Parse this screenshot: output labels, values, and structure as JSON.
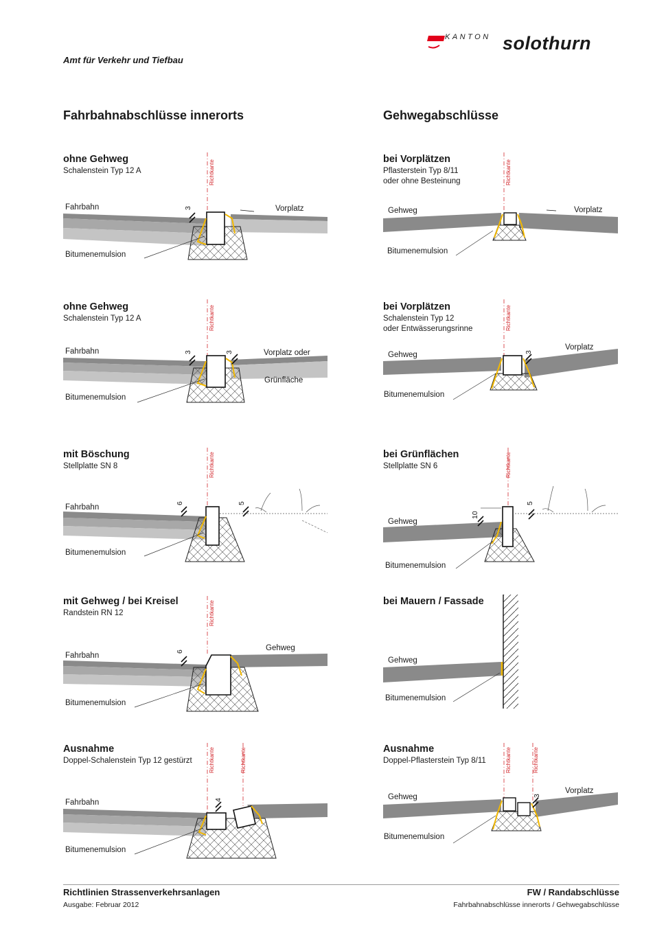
{
  "header": {
    "department": "Amt für Verkehr und Tiefbau",
    "logo_kanton": "KANTON",
    "logo_name": "solothurn",
    "logo_accent": "#e2001a"
  },
  "columns": {
    "left_title": "Fahrbahnabschlüsse innerorts",
    "right_title": "Gehwegabschlüsse"
  },
  "left": [
    {
      "title": "ohne Gehweg",
      "sub1": "Schalenstein Typ 12 A",
      "sub2": "",
      "label_a": "Fahrbahn",
      "label_b": "Vorplatz",
      "label_c": "",
      "label_bitumen": "Bitumenemulsion",
      "dim1": "3",
      "dim2": ""
    },
    {
      "title": "ohne Gehweg",
      "sub1": "Schalenstein Typ 12 A",
      "sub2": "",
      "label_a": "Fahrbahn",
      "label_b": "Vorplatz oder",
      "label_c": "Grünfläche",
      "label_bitumen": "Bitumenemulsion",
      "dim1": "3",
      "dim2": "3"
    },
    {
      "title": "mit Böschung",
      "sub1": "Stellplatte SN 8",
      "sub2": "",
      "label_a": "Fahrbahn",
      "label_b": "",
      "label_c": "",
      "label_bitumen": "Bitumenemulsion",
      "dim1": "6",
      "dim2": "5"
    },
    {
      "title": "mit Gehweg / bei Kreisel",
      "sub1": "Randstein RN 12",
      "sub2": "",
      "label_a": "Fahrbahn",
      "label_b": "Gehweg",
      "label_c": "",
      "label_bitumen": "Bitumenemulsion",
      "dim1": "6",
      "dim2": ""
    },
    {
      "title": "Ausnahme",
      "sub1": "Doppel-Schalenstein Typ 12 gestürzt",
      "sub2": "",
      "label_a": "Fahrbahn",
      "label_b": "",
      "label_c": "",
      "label_bitumen": "Bitumenemulsion",
      "dim1": "4",
      "dim2": ""
    }
  ],
  "right": [
    {
      "title": "bei Vorplätzen",
      "sub1": "Pflasterstein Typ 8/11",
      "sub2": "oder ohne Besteinung",
      "label_a": "Gehweg",
      "label_b": "Vorplatz",
      "label_bitumen": "Bitumenemulsion",
      "dim1": ""
    },
    {
      "title": "bei Vorplätzen",
      "sub1": "Schalenstein Typ 12",
      "sub2": "oder Entwässerungsrinne",
      "label_a": "Gehweg",
      "label_b": "Vorplatz",
      "label_bitumen": "Bitumenemulsion",
      "dim1": "3"
    },
    {
      "title": "bei Grünflächen",
      "sub1": "Stellplatte SN 6",
      "sub2": "",
      "label_a": "Gehweg",
      "label_b": "",
      "label_bitumen": "Bitumenemulsion",
      "dim1": "10",
      "dim2": "5"
    },
    {
      "title": "bei Mauern / Fassade",
      "sub1": "",
      "sub2": "",
      "label_a": "Gehweg",
      "label_b": "",
      "label_bitumen": "Bitumenemulsion",
      "dim1": ""
    },
    {
      "title": "Ausnahme",
      "sub1": "Doppel-Pflasterstein Typ 8/11",
      "sub2": "",
      "label_a": "Gehweg",
      "label_b": "Vorplatz",
      "label_bitumen": "Bitumenemulsion",
      "dim1": "3"
    }
  ],
  "richtkante": "Richtkante",
  "colors": {
    "asphalt": "#8a8a8a",
    "asphalt_light": "#c4c4c4",
    "asphalt_mid": "#a8a8a8",
    "bitumen": "#f2b800",
    "richtkante": "#d2262b"
  },
  "footer": {
    "left_title": "Richtlinien Strassenverkehrsanlagen",
    "left_sub": "Ausgabe: Februar 2012",
    "right_title": "FW / Randabschlüsse",
    "right_sub": "Fahrbahnabschlüsse innerorts / Gehwegabschlüsse"
  }
}
